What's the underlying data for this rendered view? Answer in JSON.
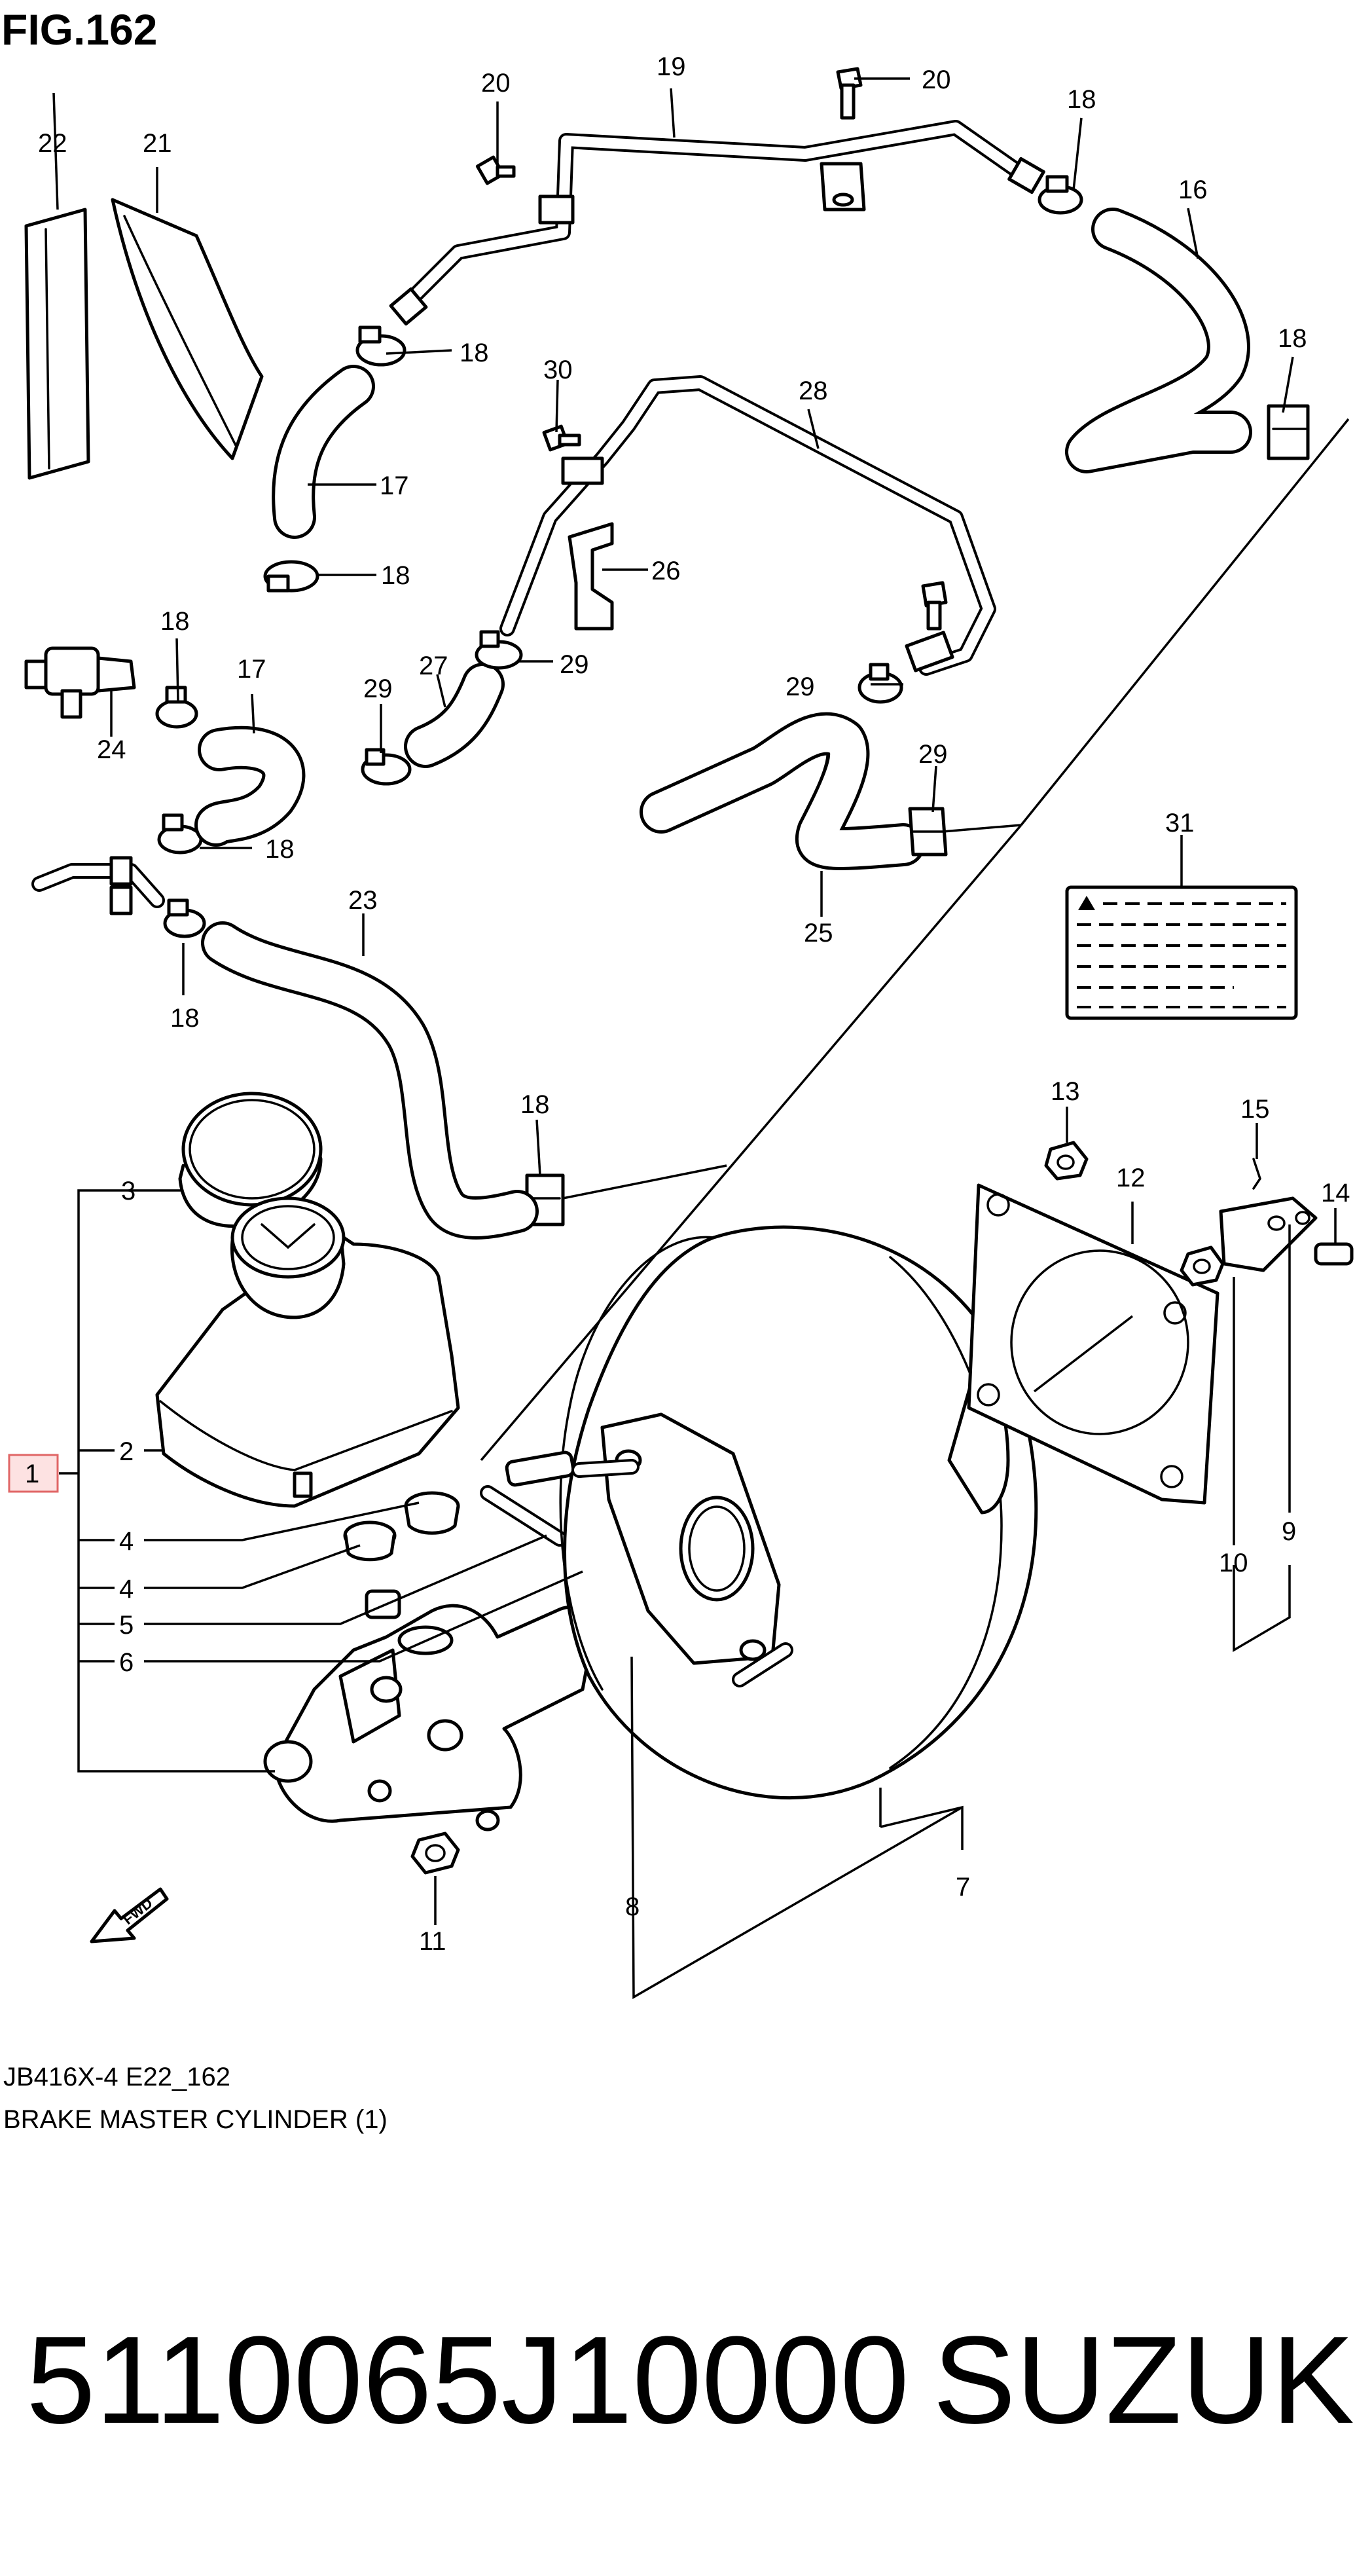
{
  "figure": {
    "title": "FIG.162",
    "code": "JB416X-4 E22_162",
    "caption": "BRAKE MASTER CYLINDER (1)"
  },
  "part": {
    "number": "5110065J10000",
    "brand": "SUZUKI"
  },
  "fwd_label": "FWD",
  "highlight_color": "#e06666",
  "callouts": {
    "c1": "1",
    "c2": "2",
    "c3": "3",
    "c4a": "4",
    "c4b": "4",
    "c5": "5",
    "c6": "6",
    "c7": "7",
    "c8": "8",
    "c9": "9",
    "c10": "10",
    "c11": "11",
    "c12": "12",
    "c13": "13",
    "c14": "14",
    "c15": "15",
    "c16": "16",
    "c17a": "17",
    "c17b": "17",
    "c18a": "18",
    "c18b": "18",
    "c18c": "18",
    "c18d": "18",
    "c18e": "18",
    "c18f": "18",
    "c18g": "18",
    "c18h": "18",
    "c19": "19",
    "c20a": "20",
    "c20b": "20",
    "c21": "21",
    "c22": "22",
    "c23": "23",
    "c24": "24",
    "c25": "25",
    "c26": "26",
    "c27": "27",
    "c28": "28",
    "c29a": "29",
    "c29b": "29",
    "c29c": "29",
    "c29d": "29",
    "c30": "30",
    "c31": "31"
  }
}
